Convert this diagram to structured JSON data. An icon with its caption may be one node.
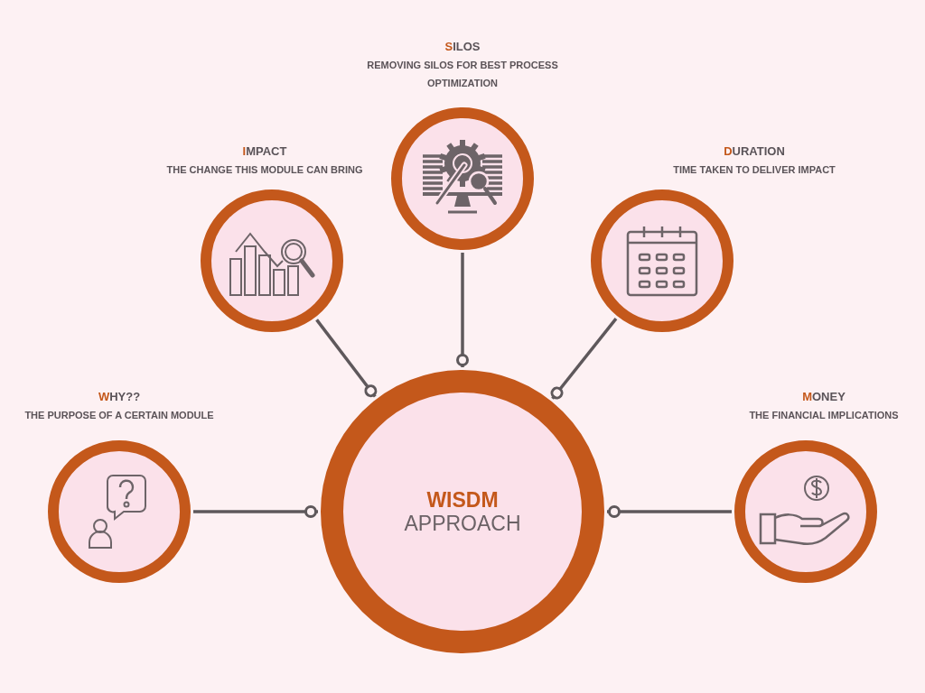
{
  "diagram": {
    "nodes": [
      {
        "text": [
          "SILOS",
          "REMOVING SILOS FOR BEST PROCESS OPTIMIZATION"
        ]
      },
      {
        "text": [
          "IMPACT",
          "THE CHANGE THIS MODULE CAN BRING"
        ]
      },
      {
        "text": [
          "DURATION",
          "TIME TAKEN TO DELIVER IMPACT"
        ]
      },
      {
        "text": [
          "WHY??",
          "THE PURPOSE OF A CERTAIN MODULE"
        ]
      },
      {
        "text": [
          "MONEY",
          "THE FINANCIAL IMPLICATIONS"
        ]
      },
      {
        "text": [
          "WISDM",
          "APPROACH"
        ]
      }
    ],
    "edges": [
      {
        "from": 0,
        "to": 5,
        "arrow": "other"
      },
      {
        "from": 1,
        "to": 5,
        "arrow": "other"
      },
      {
        "from": 2,
        "to": 5,
        "arrow": "other"
      },
      {
        "from": 3,
        "to": 5,
        "arrow": "other"
      },
      {
        "from": 4,
        "to": 5,
        "arrow": "other"
      }
    ]
  }
}
